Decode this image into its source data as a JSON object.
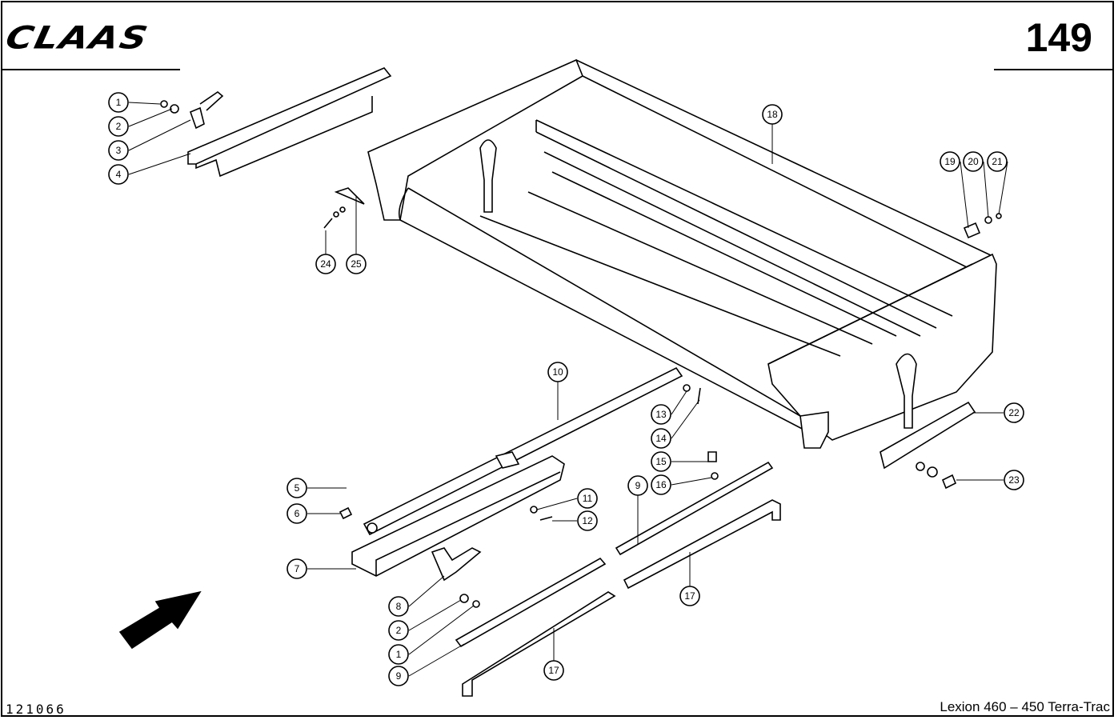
{
  "header": {
    "brand": "CLAAS",
    "page_number": "149"
  },
  "footer": {
    "drawing_number": "121066",
    "model": "Lexion 460 – 450 Terra-Trac"
  },
  "callouts": [
    "1",
    "2",
    "3",
    "4",
    "18",
    "19",
    "20",
    "21",
    "24",
    "25",
    "10",
    "13",
    "14",
    "5",
    "6",
    "7",
    "11",
    "12",
    "15",
    "16",
    "9",
    "17",
    "22",
    "23",
    "8",
    "2",
    "1",
    "9",
    "17"
  ]
}
